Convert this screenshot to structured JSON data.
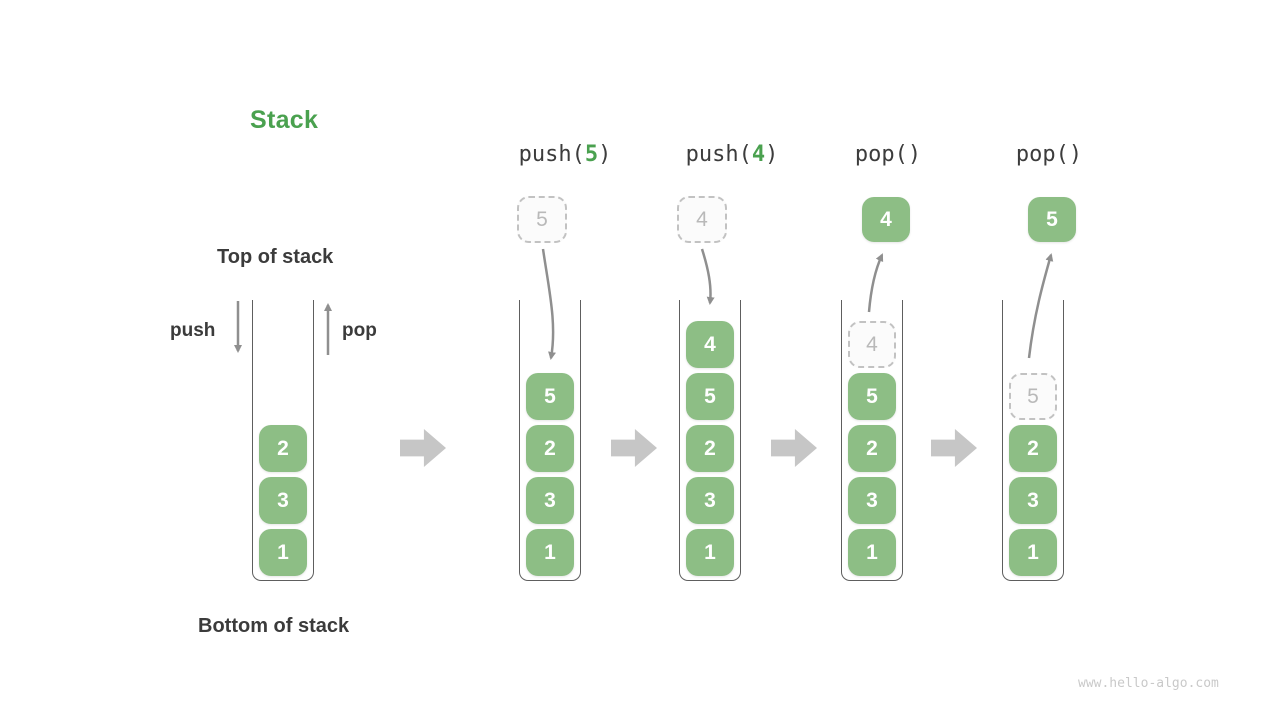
{
  "title": "Stack",
  "labels": {
    "top_of_stack": "Top of stack",
    "bottom_of_stack": "Bottom of stack",
    "push": "push",
    "pop": "pop"
  },
  "operations": [
    {
      "pre": "push(",
      "arg": "5",
      "post": ")"
    },
    {
      "pre": "push(",
      "arg": "4",
      "post": ")"
    },
    {
      "pre": "pop(",
      "arg": "",
      "post": ")"
    },
    {
      "pre": "pop(",
      "arg": "",
      "post": ")"
    }
  ],
  "floating_cells": {
    "incoming": [
      {
        "value": "5"
      },
      {
        "value": "4"
      }
    ],
    "outgoing": [
      {
        "value": "4"
      },
      {
        "value": "5"
      }
    ]
  },
  "stacks": [
    {
      "cells": [
        {
          "value": "2"
        },
        {
          "value": "3"
        },
        {
          "value": "1"
        }
      ]
    },
    {
      "cells": [
        {
          "value": "5"
        },
        {
          "value": "2"
        },
        {
          "value": "3"
        },
        {
          "value": "1"
        }
      ]
    },
    {
      "cells": [
        {
          "value": "4"
        },
        {
          "value": "5"
        },
        {
          "value": "2"
        },
        {
          "value": "3"
        },
        {
          "value": "1"
        }
      ]
    },
    {
      "cells": [
        {
          "value": "4",
          "ghost": true
        },
        {
          "value": "5"
        },
        {
          "value": "2"
        },
        {
          "value": "3"
        },
        {
          "value": "1"
        }
      ]
    },
    {
      "cells": [
        {
          "value": "5",
          "ghost": true
        },
        {
          "value": "2"
        },
        {
          "value": "3"
        },
        {
          "value": "1"
        }
      ]
    }
  ],
  "watermark": "www.hello-algo.com",
  "colors": {
    "cell_green": "#8dbe85",
    "accent_green": "#4aa14f",
    "text_dark": "#3b3b3b",
    "arrow_gray": "#8f8f8f",
    "block_arrow_gray": "#c6c6c6",
    "ghost_gray": "#c2c2c2"
  }
}
